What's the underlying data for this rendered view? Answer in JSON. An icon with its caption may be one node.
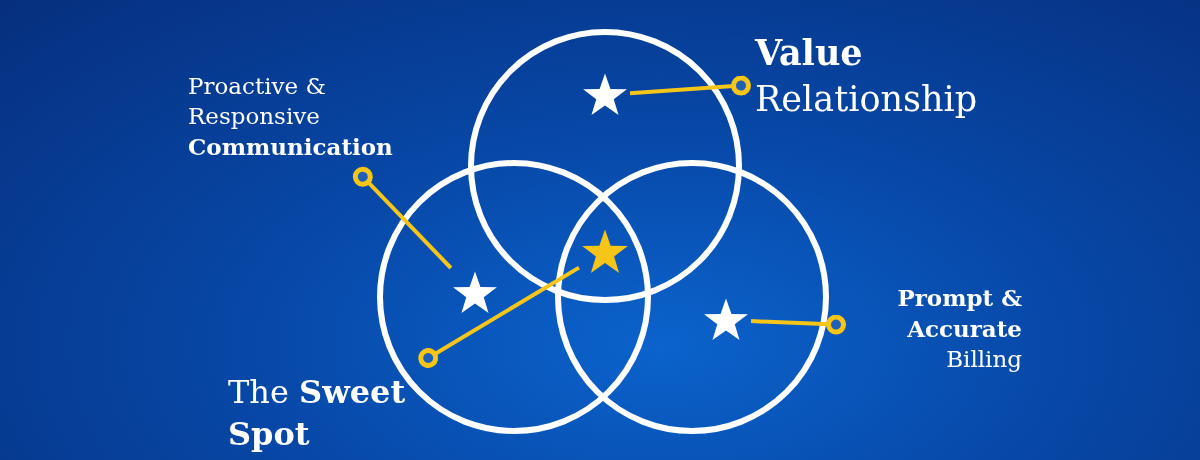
{
  "diagram": {
    "nodes": [
      {
        "text": [
          "**Value** Relationship"
        ]
      },
      {
        "text": [
          "Proactive & Responsive **Communication**"
        ]
      },
      {
        "text": [
          "**Prompt & Accurate** Billing"
        ]
      },
      {
        "text": [
          "The **Sweet Spot**"
        ]
      },
      {
        "text": [],
        "shape": "star"
      },
      {
        "text": [],
        "shape": "star"
      },
      {
        "text": [],
        "shape": "star"
      },
      {
        "text": [],
        "shape": "star"
      }
    ],
    "edges": [
      {
        "from": 0,
        "to": 4,
        "arrow": "other"
      },
      {
        "from": 1,
        "to": 5,
        "arrow": "other"
      },
      {
        "from": 2,
        "to": 7,
        "arrow": "other"
      },
      {
        "from": 3,
        "to": 6,
        "arrow": "other"
      }
    ]
  }
}
